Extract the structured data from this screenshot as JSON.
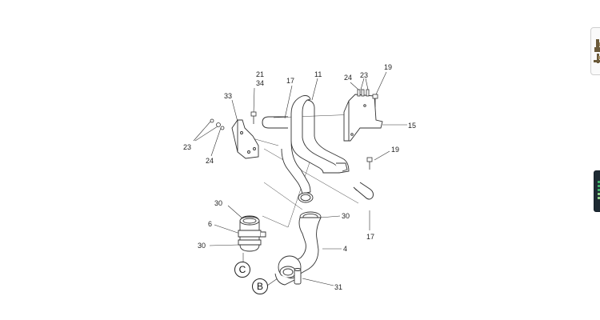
{
  "callouts": {
    "c21": "21",
    "c34": "34",
    "c33": "33",
    "c17_top": "17",
    "c11": "11",
    "c24_top": "24",
    "c23_top": "23",
    "c19_top": "19",
    "c15": "15",
    "c23_left": "23",
    "c24_left": "24",
    "c19_mid": "19",
    "c30_left_top": "30",
    "c6": "6",
    "c30_left_bot": "30",
    "c30_right": "30",
    "c17_bot": "17",
    "c4": "4",
    "c31": "31"
  },
  "view_markers": {
    "c": "C",
    "b": "B"
  },
  "side_thumbnails": [
    "parts-thumbnail-icon",
    "device-thumbnail-icon"
  ]
}
